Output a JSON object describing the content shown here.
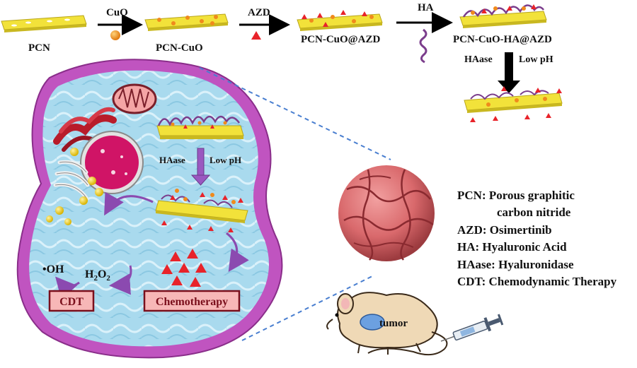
{
  "colors": {
    "sheet": "#f2e23a",
    "sheet_edge": "#b8a51a",
    "cuo": "#f08a1c",
    "azd": "#e8232a",
    "ha": "#7b3d8c",
    "cell_membrane": "#b84ab8",
    "cytoplasm": "#9fd3ea",
    "nucleus": "#d01466",
    "tumor": "#d9696c",
    "box_fill": "#f7b7b7",
    "box_border": "#7a0f1c",
    "dashed": "#4a7fd0"
  },
  "top_flow": {
    "pcn_label": "PCN",
    "arrow1_label": "CuO",
    "pcn_cuo_label": "PCN-CuO",
    "arrow2_label": "AZD",
    "pcn_cuo_azd_label": "PCN-CuO@AZD",
    "arrow3_label": "HA",
    "pcn_cuo_ha_azd_label": "PCN-CuO-HA@AZD",
    "release_left_label": "HAase",
    "release_right_label": "Low pH"
  },
  "cell": {
    "release_left_label": "HAase",
    "release_right_label": "Low pH",
    "oh_label": "•OH",
    "h2o2_label_main": "H",
    "h2o2_sub1": "2",
    "h2o2_mid": "O",
    "h2o2_sub2": "2",
    "cdt_box": "CDT",
    "chemo_box": "Chemotherapy"
  },
  "mouse": {
    "tumor_label": "tumor"
  },
  "legend": [
    "PCN: Porous graphitic",
    "carbon nitride",
    "AZD: Osimertinib",
    "HA: Hyaluronic Acid",
    "HAase: Hyaluronidase",
    "CDT: Chemodynamic Therapy"
  ]
}
